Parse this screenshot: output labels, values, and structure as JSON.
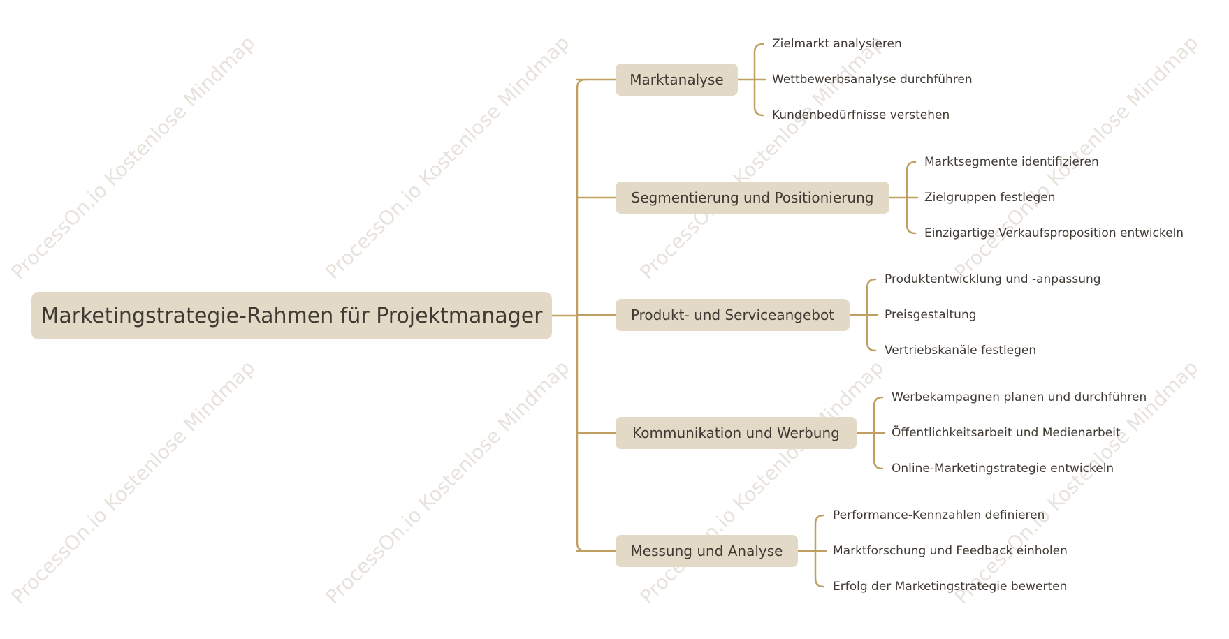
{
  "colors": {
    "line": "#c0a062",
    "node_bg": "#e3d9c7",
    "text": "#403a33",
    "watermark": "#e7e2dc"
  },
  "watermark": "ProcessOn.io Kostenlose Mindmap",
  "root": {
    "label": "Marketingstrategie-Rahmen für Projektmanager"
  },
  "branches": [
    {
      "label": "Marktanalyse",
      "children": [
        "Zielmarkt analysieren",
        "Wettbewerbsanalyse durchführen",
        "Kundenbedürfnisse verstehen"
      ]
    },
    {
      "label": "Segmentierung und Positionierung",
      "children": [
        "Marktsegmente identifizieren",
        "Zielgruppen festlegen",
        "Einzigartige Verkaufsproposition entwickeln"
      ]
    },
    {
      "label": "Produkt- und Serviceangebot",
      "children": [
        "Produktentwicklung und -anpassung",
        "Preisgestaltung",
        "Vertriebskanäle festlegen"
      ]
    },
    {
      "label": "Kommunikation und Werbung",
      "children": [
        "Werbekampagnen planen und durchführen",
        "Öffentlichkeitsarbeit und Medienarbeit",
        "Online-Marketingstrategie entwickeln"
      ]
    },
    {
      "label": "Messung und Analyse",
      "children": [
        "Performance-Kennzahlen definieren",
        "Marktforschung und Feedback einholen",
        "Erfolg der Marketingstrategie bewerten"
      ]
    }
  ]
}
